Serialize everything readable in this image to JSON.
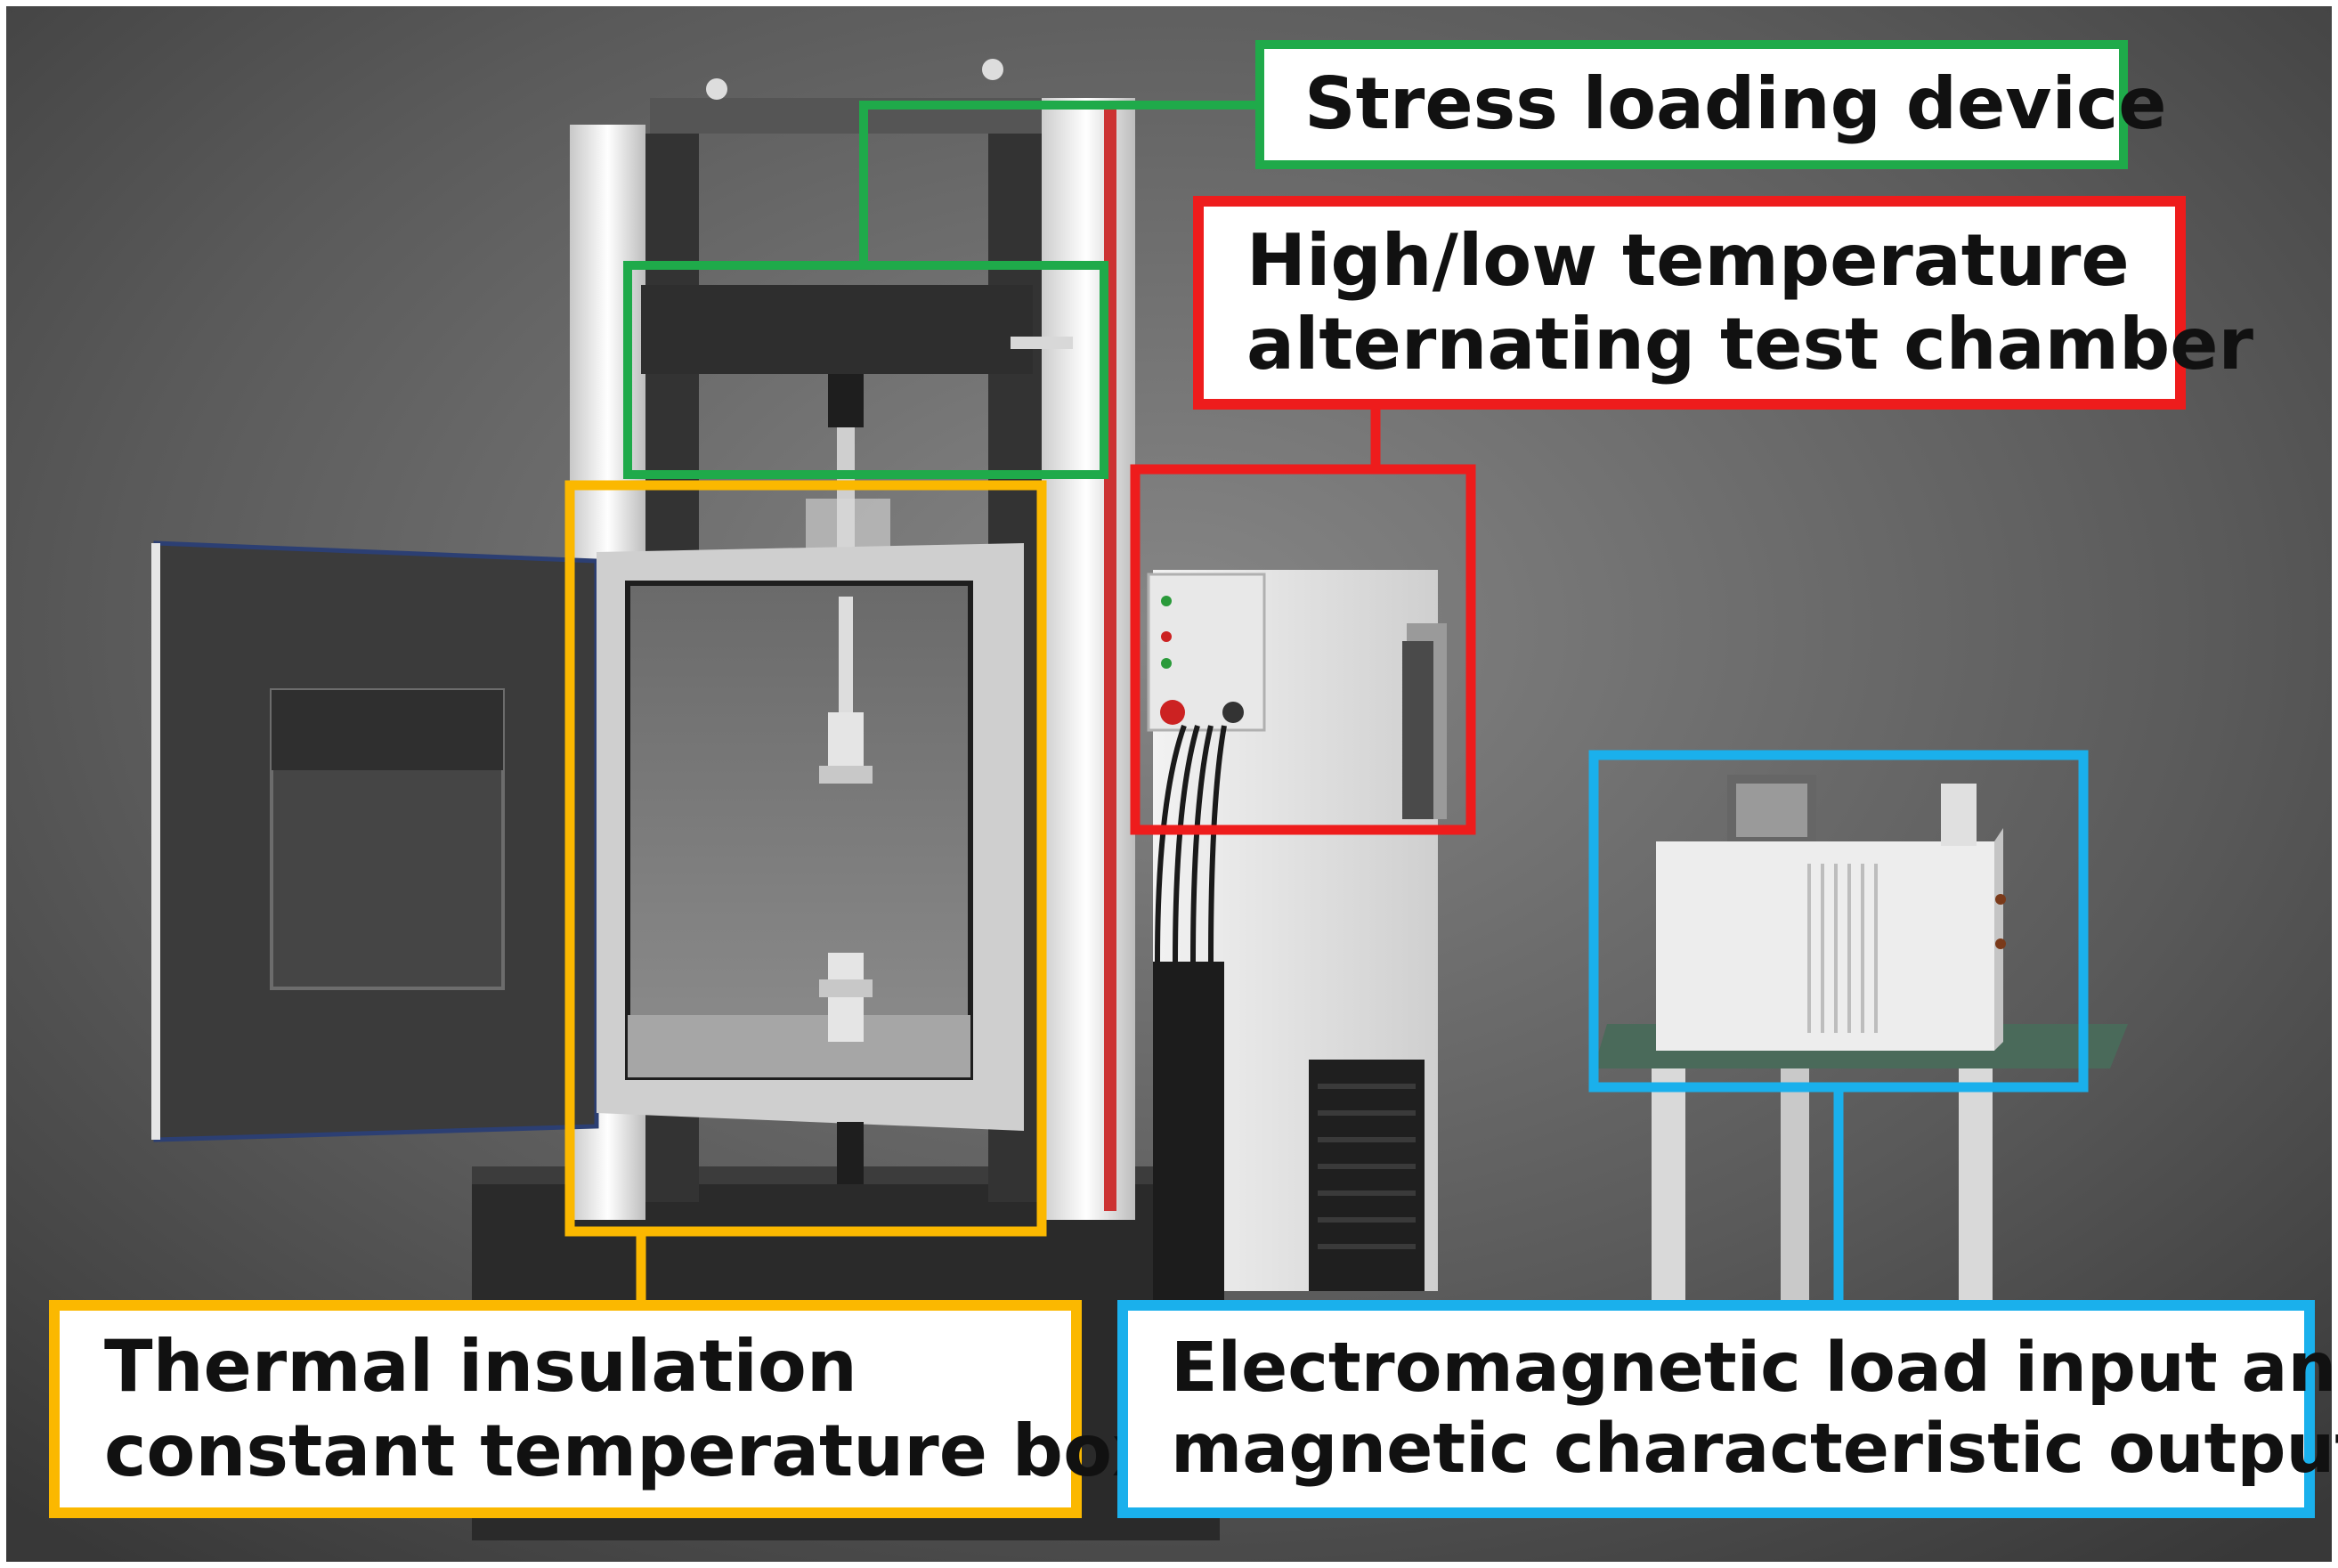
{
  "labels": {
    "stress_loading": {
      "line1": "Stress loading device",
      "color": "#1faa4a"
    },
    "temperature_chamber": {
      "line1": "High/low temperature",
      "line2": "alternating test chamber",
      "color": "#ee1c1c"
    },
    "insulation_box": {
      "line1": "Thermal insulation",
      "line2": "constant temperature box",
      "color": "#fbb800"
    },
    "electromagnetic": {
      "line1": "Electromagnetic load input and",
      "line2": "magnetic characteristic output",
      "color": "#1ab0ec"
    }
  }
}
